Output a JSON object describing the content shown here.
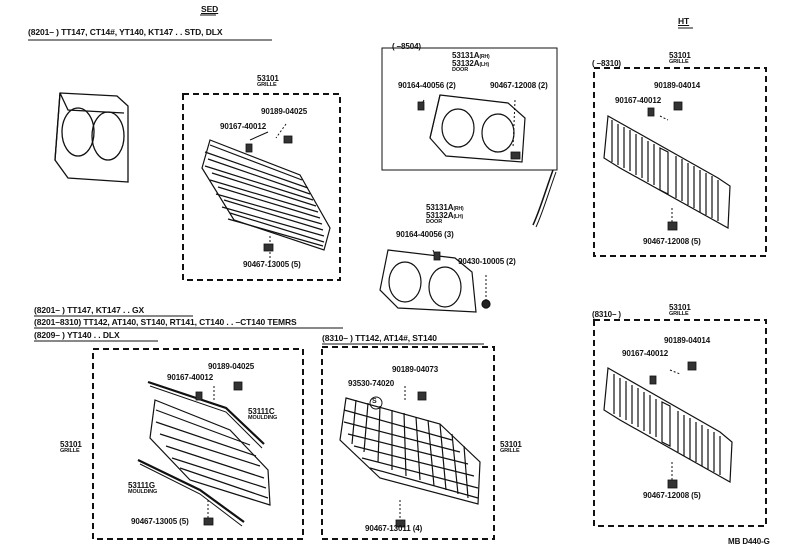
{
  "headers": {
    "sed": "SED",
    "ht": "HT",
    "app1": "(8201–        ) TT147, CT14#, YT140, KT147 . . STD, DLX",
    "app2a": "(8201–        ) TT147, KT147 . . GX",
    "app2b": "(8201–8310) TT142, AT140, ST140, RT141, CT140 . . –CT140 TEMRS",
    "app2c": "(8209–        ) YT140 . . DLX",
    "app3": "(8310–        ) TT142, AT14#, ST140",
    "box_door_upper": "(        –8504)",
    "box_ht_upper": "(        –8310)",
    "box_ht_lower": "(8310–        )"
  },
  "labels": {
    "p53101_sed": "53101",
    "grille": "GRILLE",
    "p90189_04025": "90189-04025",
    "p90167_40012": "90167-40012",
    "p90467_13005": "90467-13005 (5)",
    "p53131A_top": "53131A",
    "rh": "(RH)",
    "p53132A_top": "53132A",
    "lh": "(LH)",
    "door": "DOOR",
    "p90164_40056_2": "90164-40056 (2)",
    "p90467_12008_2": "90467-12008 (2)",
    "p53131A_mid": "53131A",
    "p53132A_mid": "53132A",
    "p90164_40056_3": "90164-40056 (3)",
    "p90430_10005_2": "90430-10005 (2)",
    "p53101_ht1": "53101",
    "p90189_04014": "90189-04014",
    "p90467_12008_5": "90467-12008 (5)",
    "p53101_left": "53101",
    "p53111C": "53111C",
    "moulding": "MOULDING",
    "p53111G": "53111G",
    "p90189_04073": "90189-04073",
    "p93530_74020": "93530-74020",
    "p53101_mid": "53101",
    "p90467_13011": "90467-13011 (4)",
    "p53101_ht2": "53101",
    "s_mark": "S",
    "ref": "MB D440-G"
  }
}
